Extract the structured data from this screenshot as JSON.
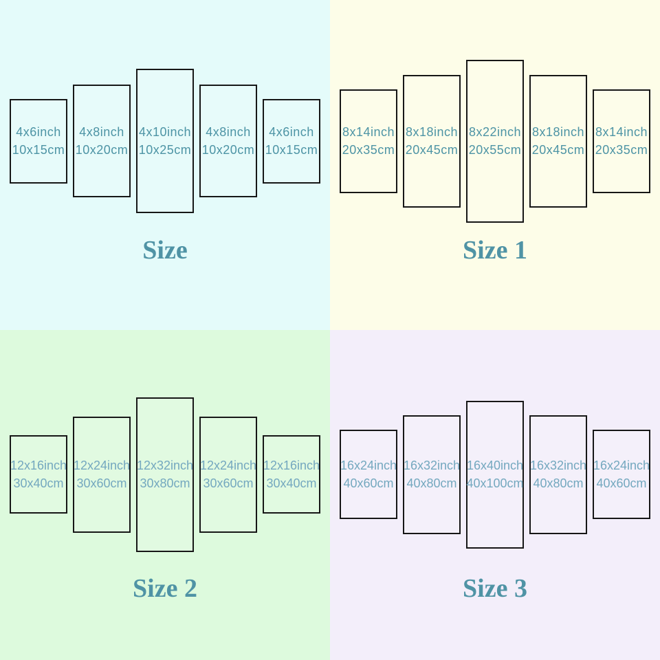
{
  "colors": {
    "panel_border": "#161616",
    "title_text": "#4f93a5",
    "label_text_top_row": "#4d94a5",
    "label_text_bottom_row": "#74a8bf",
    "background_q1": "#e4fbfa",
    "background_q2": "#fdfde8",
    "background_q3": "#ddfadd",
    "background_q4": "#f3eefa"
  },
  "quadrants": [
    {
      "title": "Size",
      "background": "#e4fbfa",
      "panels": [
        {
          "inch": "4x6inch",
          "cm": "10x15cm"
        },
        {
          "inch": "4x8inch",
          "cm": "10x20cm"
        },
        {
          "inch": "4x10inch",
          "cm": "10x25cm"
        },
        {
          "inch": "4x8inch",
          "cm": "10x20cm"
        },
        {
          "inch": "4x6inch",
          "cm": "10x15cm"
        }
      ]
    },
    {
      "title": "Size 1",
      "background": "#fdfde8",
      "panels": [
        {
          "inch": "8x14inch",
          "cm": "20x35cm"
        },
        {
          "inch": "8x18inch",
          "cm": "20x45cm"
        },
        {
          "inch": "8x22inch",
          "cm": "20x55cm"
        },
        {
          "inch": "8x18inch",
          "cm": "20x45cm"
        },
        {
          "inch": "8x14inch",
          "cm": "20x35cm"
        }
      ]
    },
    {
      "title": "Size 2",
      "background": "#ddfadd",
      "panels": [
        {
          "inch": "12x16inch",
          "cm": "30x40cm"
        },
        {
          "inch": "12x24inch",
          "cm": "30x60cm"
        },
        {
          "inch": "12x32inch",
          "cm": "30x80cm"
        },
        {
          "inch": "12x24inch",
          "cm": "30x60cm"
        },
        {
          "inch": "12x16inch",
          "cm": "30x40cm"
        }
      ]
    },
    {
      "title": "Size 3",
      "background": "#f3eefa",
      "panels": [
        {
          "inch": "16x24inch",
          "cm": "40x60cm"
        },
        {
          "inch": "16x32inch",
          "cm": "40x80cm"
        },
        {
          "inch": "16x40inch",
          "cm": "40x100cm"
        },
        {
          "inch": "16x32inch",
          "cm": "40x80cm"
        },
        {
          "inch": "16x24inch",
          "cm": "40x60cm"
        }
      ]
    }
  ]
}
